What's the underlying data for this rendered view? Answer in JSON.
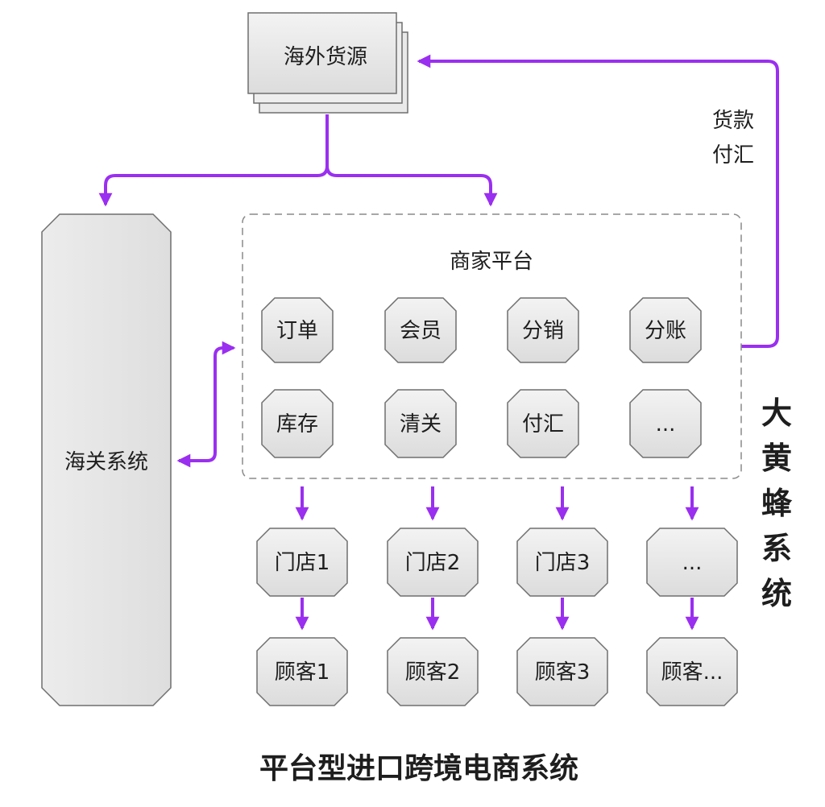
{
  "source": {
    "label": "海外货源"
  },
  "payment_note": {
    "line1": "货款",
    "line2": "付汇"
  },
  "customs": {
    "label": "海关系统"
  },
  "platform": {
    "title": "商家平台",
    "modules": [
      "订单",
      "会员",
      "分销",
      "分账",
      "库存",
      "清关",
      "付汇",
      "..."
    ]
  },
  "stores": [
    "门店1",
    "门店2",
    "门店3",
    "..."
  ],
  "customers": [
    "顾客1",
    "顾客2",
    "顾客3",
    "顾客..."
  ],
  "system_name": [
    "大",
    "黄",
    "蜂",
    "系",
    "统"
  ],
  "caption": "平台型进口跨境电商系统",
  "colors": {
    "arrow": "#9a2ff0",
    "node_fill": "#e6e6e6",
    "node_stroke": "#6f6f6f"
  }
}
